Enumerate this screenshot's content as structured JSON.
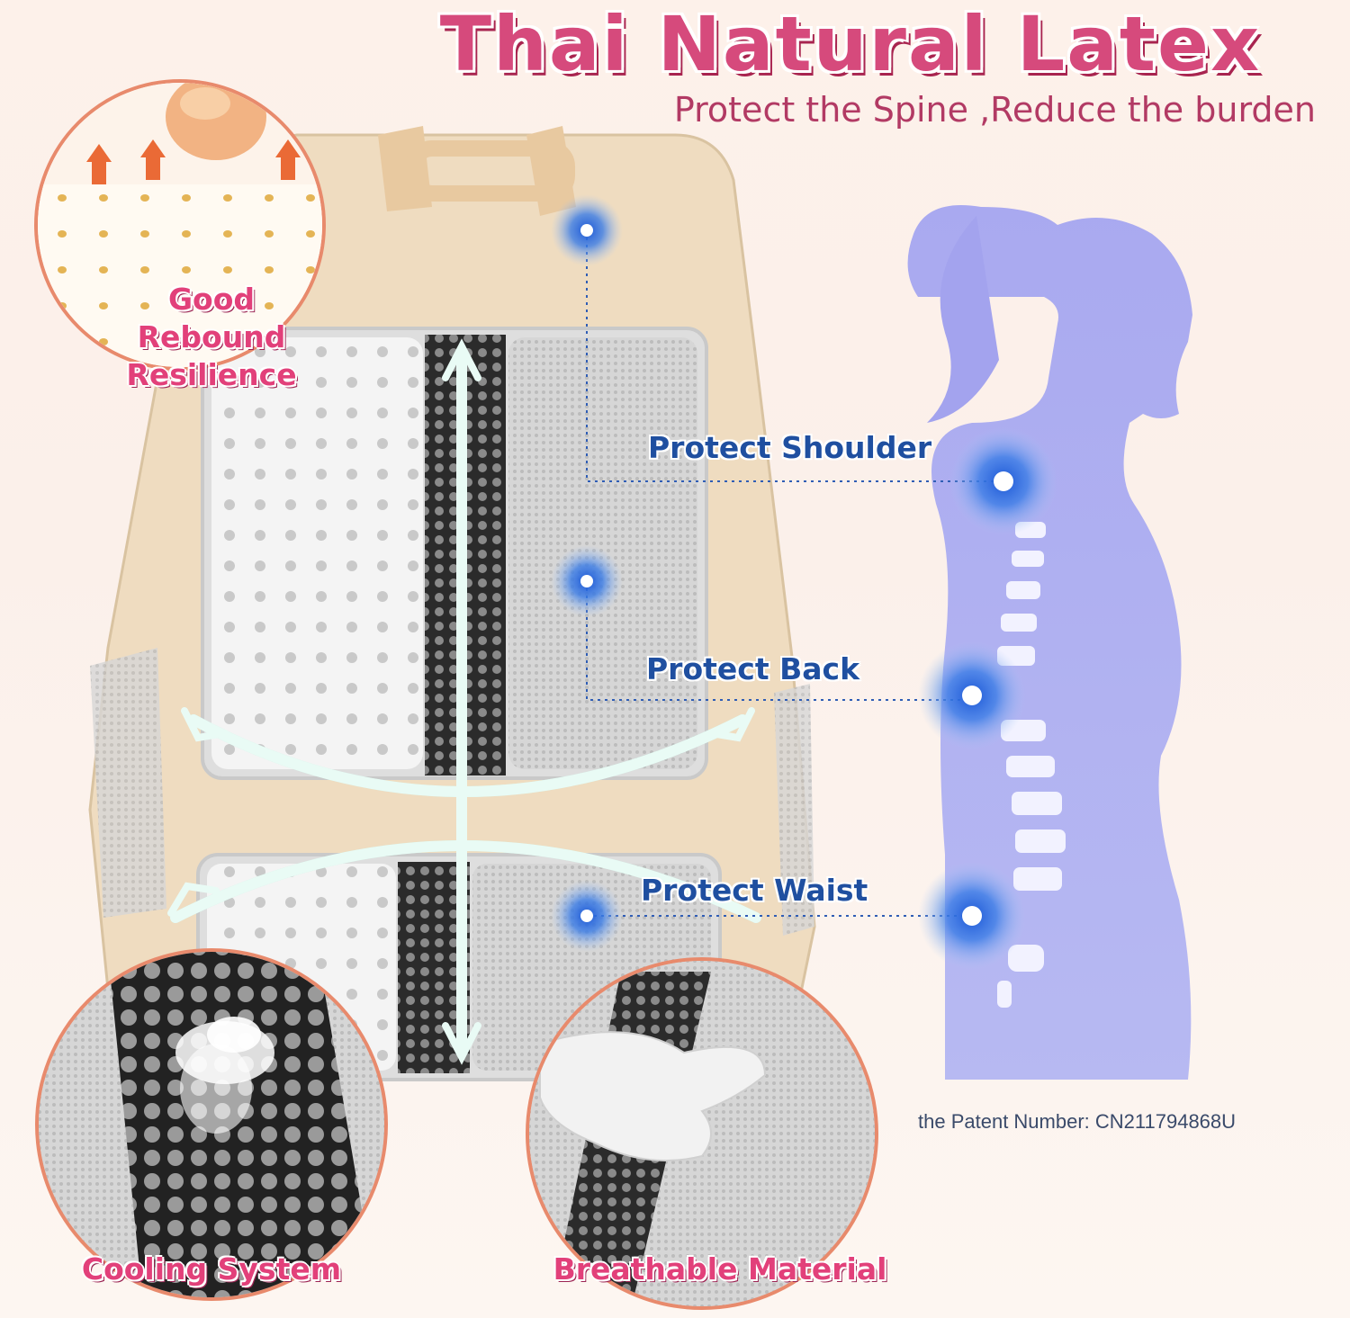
{
  "header": {
    "title": "Thai Natural Latex",
    "subtitle": "Protect the Spine ,Reduce the burden"
  },
  "callouts": {
    "shoulder": "Protect Shoulder",
    "back": "Protect Back",
    "waist": "Protect Waist"
  },
  "features": {
    "rebound_line1": "Good",
    "rebound_line2": "Rebound",
    "rebound_line3": "Resilience",
    "cooling": "Cooling System",
    "breathable": "Breathable Material"
  },
  "footer": {
    "patent": "the Patent Number: CN211794868U"
  },
  "colors": {
    "title": "#d64a7c",
    "callout_text": "#1f4fa0",
    "pulse": "#2f6fe0",
    "silhouette": "#a8a8ef",
    "backpack": "#eed9bd"
  }
}
